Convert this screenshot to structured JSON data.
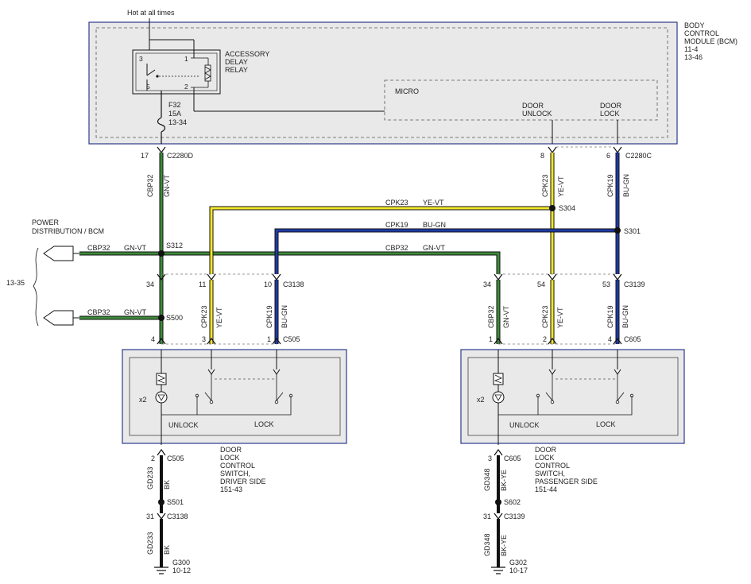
{
  "top_note": "Hot at all times",
  "bcm": {
    "label": [
      "BODY",
      "CONTROL",
      "MODULE (BCM)",
      "11-4",
      "13-46"
    ],
    "relay_label": [
      "ACCESSORY",
      "DELAY",
      "RELAY"
    ],
    "relay_pins": [
      "3",
      "1",
      "5",
      "2"
    ],
    "fuse": [
      "F32",
      "15A",
      "13-34"
    ],
    "micro": "MICRO",
    "door_unlock": [
      "DOOR",
      "UNLOCK"
    ],
    "door_lock": [
      "DOOR",
      "LOCK"
    ]
  },
  "connectors": {
    "c2280d_pin": "17",
    "c2280d": "C2280D",
    "c2280c_pin_a": "8",
    "c2280c_pin_b": "6",
    "c2280c": "C2280C",
    "c3138_pins": [
      "34",
      "11",
      "10"
    ],
    "c3138": "C3138",
    "c3139_pins": [
      "34",
      "54",
      "53"
    ],
    "c3139": "C3139",
    "c505_pins": [
      "4",
      "3",
      "1"
    ],
    "c505": "C505",
    "c605_pins": [
      "1",
      "2",
      "4"
    ],
    "c605": "C605",
    "c505_lower_pin": "2",
    "c505_lower": "C505",
    "c605_lower_pin": "3",
    "c605_lower": "C605",
    "c3138_lower_pin": "31",
    "c3138_lower": "C3138",
    "c3139_lower_pin": "31",
    "c3139_lower": "C3139"
  },
  "splices": {
    "s312": "S312",
    "s500": "S500",
    "s304": "S304",
    "s301": "S301",
    "s501": "S501",
    "s602": "S602"
  },
  "power": {
    "label": [
      "POWER",
      "DISTRIBUTION / BCM"
    ],
    "ref": "13-35",
    "wire1": [
      "CBP32",
      "GN-VT"
    ],
    "wire2": [
      "CBP32",
      "GN-VT"
    ]
  },
  "wires": {
    "cbp32": "CBP32",
    "gn_vt": "GN-VT",
    "cpk23": "CPK23",
    "ye_vt": "YE-VT",
    "cpk19": "CPK19",
    "bu_gn": "BU-GN",
    "gd233": "GD233",
    "bk": "BK",
    "gd348": "GD348",
    "bk_ye": "BK-YE"
  },
  "switch_driver": {
    "x2": "x2",
    "unlock": "UNLOCK",
    "lock": "LOCK",
    "label": [
      "DOOR",
      "LOCK",
      "CONTROL",
      "SWITCH,",
      "DRIVER SIDE",
      "151-43"
    ]
  },
  "switch_passenger": {
    "x2": "x2",
    "unlock": "UNLOCK",
    "lock": "LOCK",
    "label": [
      "DOOR",
      "LOCK",
      "CONTROL",
      "SWITCH,",
      "PASSENGER SIDE",
      "151-44"
    ]
  },
  "grounds": {
    "g300": [
      "G300",
      "10-12"
    ],
    "g302": [
      "G302",
      "10-17"
    ]
  },
  "colors": {
    "green": "#3d8a3a",
    "yellow": "#f2e62a",
    "blue": "#1f3aa8",
    "black": "#111111",
    "module_border": "#2c3a8c",
    "module_fill": "#e9e9e9"
  }
}
